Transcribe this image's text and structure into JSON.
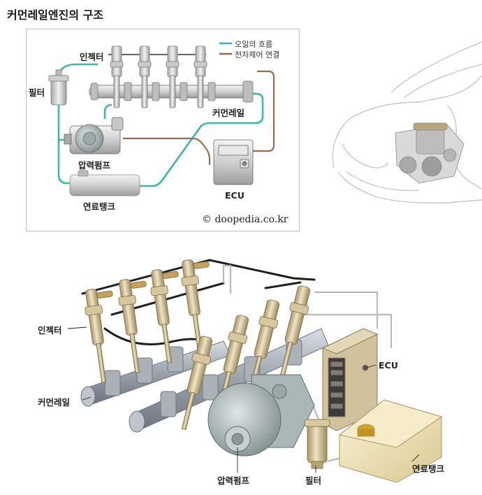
{
  "title": "커먼레일엔진의 구조",
  "schematic": {
    "legend": {
      "oil_flow": "오일의 흐름",
      "electronic": "전자제어 연결",
      "oil_color": "#3bb6ad",
      "electronic_color": "#9a6a52"
    },
    "labels": {
      "injector": "인젝터",
      "filter": "필터",
      "common_rail": "커먼레일",
      "pump": "압력펌프",
      "tank": "연료탱크",
      "ecu": "ECU"
    },
    "credit": "© doopedia.co.kr"
  },
  "illustration": {
    "labels": {
      "injector": "인젝터",
      "ecu": "ECU",
      "common_rail": "커먼레일",
      "pump": "압력펌프",
      "filter": "필터",
      "tank": "연료탱크"
    }
  }
}
